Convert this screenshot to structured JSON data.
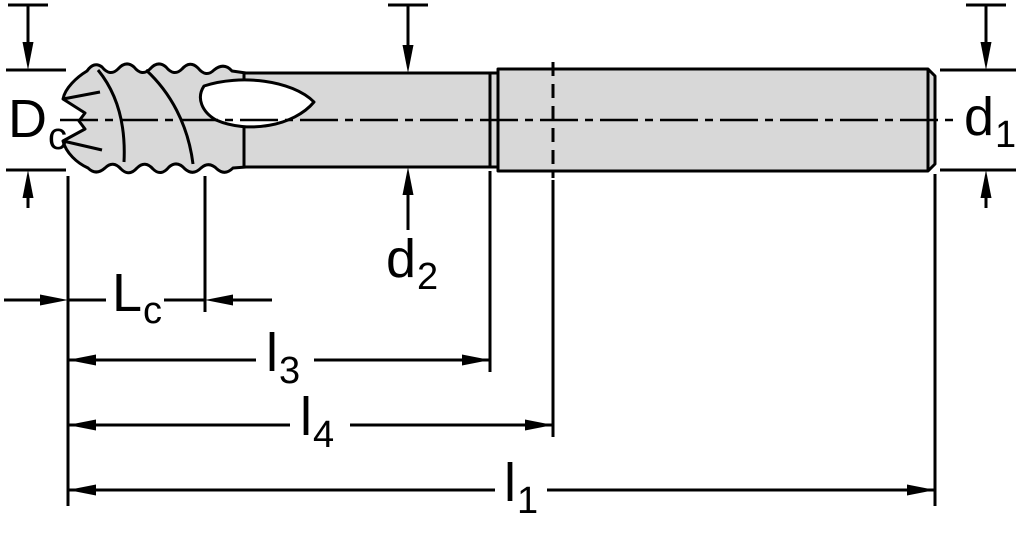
{
  "figure": {
    "background": "#ffffff",
    "line_color": "#000000",
    "tool_fill": "#d8d8d8",
    "flute_fill": "#ffffff"
  },
  "labels": {
    "dc": {
      "main": "D",
      "sub": "c"
    },
    "d1": {
      "main": "d",
      "sub": "1"
    },
    "d2": {
      "main": "d",
      "sub": "2"
    },
    "lc": {
      "main": "L",
      "sub": "c"
    },
    "l3": {
      "main": "l",
      "sub": "3"
    },
    "l4": {
      "main": "l",
      "sub": "4"
    },
    "l1": {
      "main": "l",
      "sub": "1"
    }
  }
}
